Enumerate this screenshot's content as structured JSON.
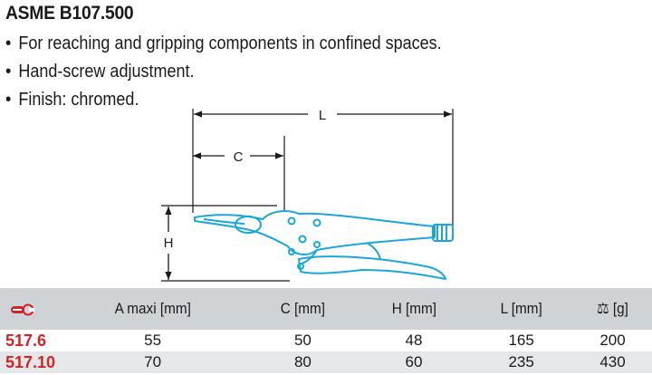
{
  "product": {
    "title": "ASME B107.500",
    "bullets": [
      "For reaching and gripping components in confined spaces.",
      "Hand-screw adjustment.",
      "Finish: chromed."
    ]
  },
  "diagram": {
    "label_L": "L",
    "label_C": "C",
    "label_H": "H"
  },
  "table": {
    "headers": [
      "A maxi [mm]",
      "C [mm]",
      "H [mm]",
      "L [mm]",
      "⚖ [g]"
    ],
    "rows": [
      {
        "ref": "517.6",
        "a": "55",
        "c": "50",
        "h": "48",
        "l": "165",
        "g": "200"
      },
      {
        "ref": "517.10",
        "a": "70",
        "c": "80",
        "h": "60",
        "l": "235",
        "g": "430"
      }
    ],
    "colors": {
      "header_bg": "#cfd3d6",
      "ref_red": "#d3232a",
      "pliers_stroke": "#1aa6d9"
    }
  }
}
